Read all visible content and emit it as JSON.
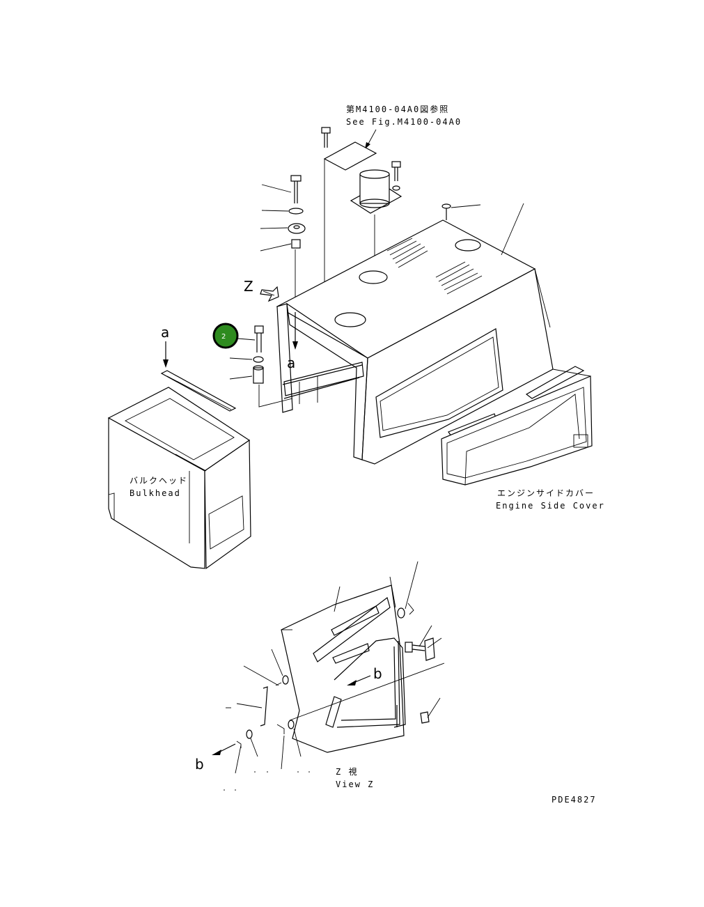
{
  "labels": {
    "see_fig_jp": "第M4100-04A0図参照",
    "see_fig_en": "See Fig.M4100-04A0",
    "view_letter_z": "Z",
    "bulkhead_jp": "バルクヘッド",
    "bulkhead_en": "Bulkhead",
    "engine_side_cover_jp": "エンジンサイドカバー",
    "engine_side_cover_en": "Engine Side Cover",
    "view_z_jp": "Z 視",
    "view_z_en": "View Z",
    "ref_a": "a",
    "ref_b": "b",
    "drawing_code": "PDE4827"
  },
  "callouts": [
    {
      "number": "2",
      "color": "#2e8b1f"
    }
  ]
}
